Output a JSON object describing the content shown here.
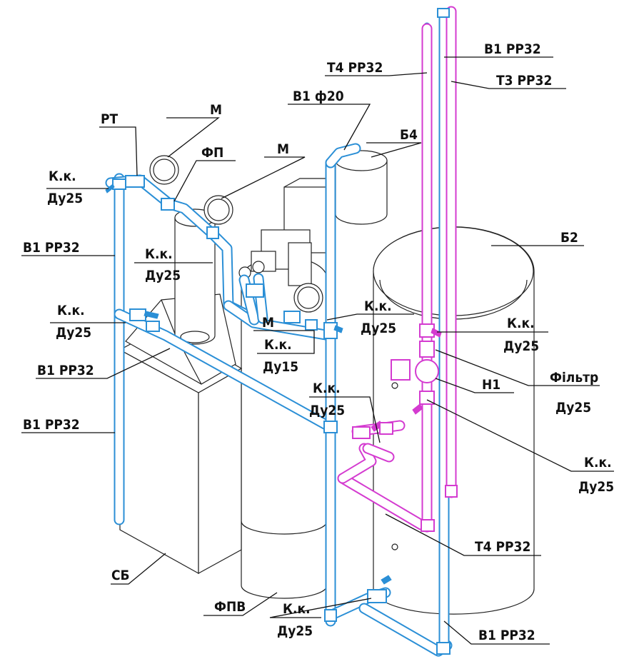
{
  "labels": {
    "v1_pp32_a": "В1 РР32",
    "t4_pp32_top": "Т4 РР32",
    "t3_pp32": "Т3 РР32",
    "v1_f20": "В1 ф20",
    "m1": "М",
    "m2": "М",
    "m3": "М",
    "pt": "РТ",
    "fp": "ФП",
    "b4": "Б4",
    "b2": "Б2",
    "kk1_a": "К.к.",
    "kk1_b": "Ду25",
    "v1_pp32_left1": "В1 РР32",
    "kk2_a": "К.к.",
    "kk2_b": "Ду25",
    "kk3_a": "К.к.",
    "kk3_b": "Ду25",
    "v1_pp32_left2": "В1 РР32",
    "v1_pp32_left3": "В1 РР32",
    "kk4_a": "К.к.",
    "kk4_b": "Ду15",
    "kk5_a": "К.к.",
    "kk5_b": "Ду25",
    "kk6_a": "К.к.",
    "kk6_b": "Ду25",
    "kk7_a": "К.к.",
    "kk7_b": "Ду25",
    "filter_a": "Фільтр",
    "filter_b": "Ду25",
    "n1": "Н1",
    "kk8_a": "К.к.",
    "kk8_b": "Ду25",
    "t4_pp32_bottom": "Т4 РР32",
    "sb": "СБ",
    "fpv": "ФПВ",
    "kk9_a": "К.к.",
    "kk9_b": "Ду25",
    "v1_pp32_bottom": "В1 РР32"
  },
  "colors": {
    "cold_water_pipe": "#2b8fd6",
    "hot_water_pipe": "#d43bd0",
    "equipment_outline": "#222222"
  }
}
